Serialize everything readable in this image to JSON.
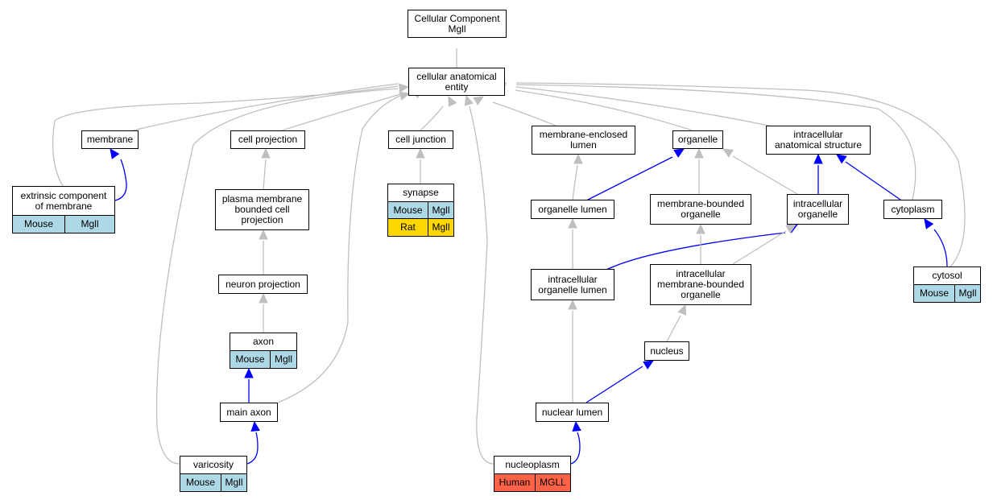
{
  "colors": {
    "gray_edge": "#bfbfbf",
    "blue_edge": "#0000ff",
    "mouse": "#add8e6",
    "rat": "#ffd700",
    "human": "#ff6347"
  },
  "nodes": {
    "cellular_component": {
      "label": "Cellular Component\nMgll"
    },
    "cellular_anatomical_entity": {
      "label": "cellular anatomical\nentity"
    },
    "membrane": {
      "label": "membrane"
    },
    "cell_projection": {
      "label": "cell projection"
    },
    "cell_junction": {
      "label": "cell junction"
    },
    "membrane_enclosed_lumen": {
      "label": "membrane-enclosed\nlumen"
    },
    "organelle": {
      "label": "organelle"
    },
    "intracellular_anatomical_structure": {
      "label": "intracellular\nanatomical structure"
    },
    "extrinsic_component": {
      "label": "extrinsic component\nof membrane",
      "tags": [
        {
          "label": "Mouse",
          "color": "mouse"
        },
        {
          "label": "Mgll",
          "color": "mouse"
        }
      ]
    },
    "plasma_membrane_projection": {
      "label": "plasma membrane\nbounded cell\nprojection"
    },
    "synapse": {
      "label": "synapse",
      "tags": [
        {
          "label": "Mouse",
          "color": "mouse"
        },
        {
          "label": "Mgll",
          "color": "mouse"
        }
      ],
      "tags2": [
        {
          "label": "Rat",
          "color": "rat"
        },
        {
          "label": "Mgll",
          "color": "rat"
        }
      ]
    },
    "organelle_lumen": {
      "label": "organelle lumen"
    },
    "membrane_bounded_organelle": {
      "label": "membrane-bounded\norganelle"
    },
    "intracellular_organelle": {
      "label": "intracellular\norganelle"
    },
    "cytoplasm": {
      "label": "cytoplasm"
    },
    "neuron_projection": {
      "label": "neuron projection"
    },
    "intracellular_organelle_lumen": {
      "label": "intracellular\norganelle lumen"
    },
    "intracellular_mb_organelle": {
      "label": "intracellular\nmembrane-bounded\norganelle"
    },
    "cytosol": {
      "label": "cytosol",
      "tags": [
        {
          "label": "Mouse",
          "color": "mouse"
        },
        {
          "label": "Mgll",
          "color": "mouse"
        }
      ]
    },
    "axon": {
      "label": "axon",
      "tags": [
        {
          "label": "Mouse",
          "color": "mouse"
        },
        {
          "label": "Mgll",
          "color": "mouse"
        }
      ]
    },
    "nucleus": {
      "label": "nucleus"
    },
    "main_axon": {
      "label": "main axon"
    },
    "nuclear_lumen": {
      "label": "nuclear lumen"
    },
    "varicosity": {
      "label": "varicosity",
      "tags": [
        {
          "label": "Mouse",
          "color": "mouse"
        },
        {
          "label": "Mgll",
          "color": "mouse"
        }
      ]
    },
    "nucleoplasm": {
      "label": "nucleoplasm",
      "tags": [
        {
          "label": "Human",
          "color": "human"
        },
        {
          "label": "MGLL",
          "color": "human"
        }
      ]
    }
  }
}
